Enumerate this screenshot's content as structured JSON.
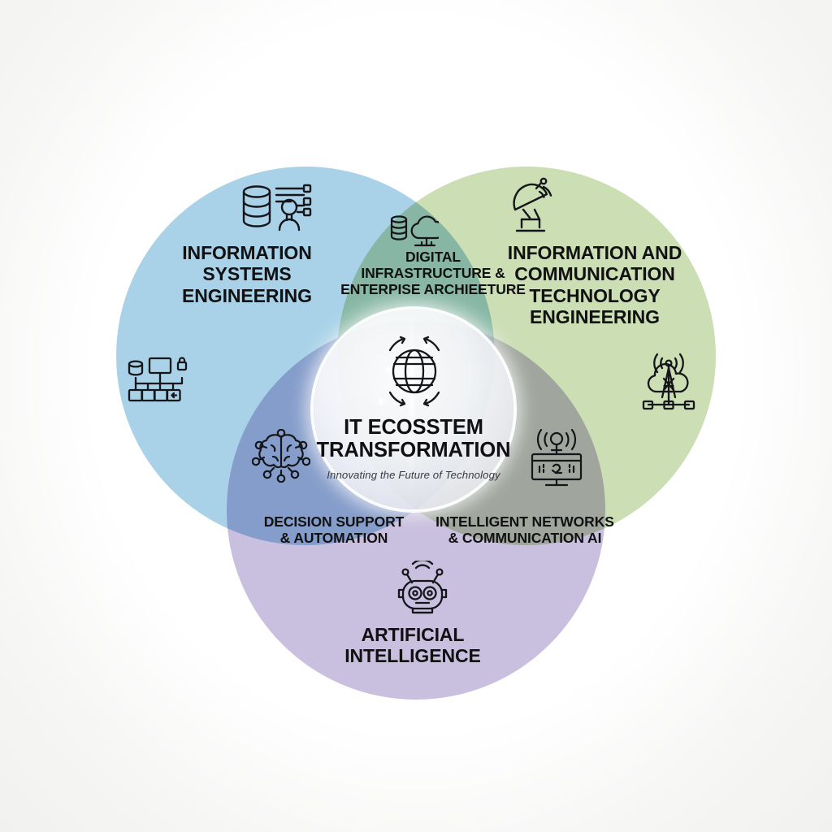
{
  "diagram": {
    "title": "IT Ecosystem Transformation Venn Diagram",
    "type": "venn-3-set"
  },
  "sets": {
    "information_systems": {
      "label_lines": [
        "INFORMATION",
        "SYSTEMS",
        "ENGINEERING"
      ],
      "color": "#a9d2e8",
      "icon": "database-user-icon",
      "secondary_icon": "network-topology-icon"
    },
    "ict": {
      "label_lines": [
        "INFORMATION AND",
        "COMMUNICATION",
        "TECHNOLOGY",
        "ENGINEERING"
      ],
      "color": "#cbdeb4",
      "icon": "satellite-dish-icon",
      "secondary_icon": "cell-tower-cloud-icon"
    },
    "artificial_intelligence": {
      "label_lines": [
        "ARTIFICIAL",
        "INTELLIGENCE"
      ],
      "color": "#c9bfdf",
      "icon": "robot-head-icon"
    }
  },
  "overlaps": {
    "top": {
      "label_lines": [
        "DIGITAL",
        "INFRASTRUCTURE &",
        "ENTERPISE ARCHIEETURE"
      ],
      "icon": "cloud-database-icon"
    },
    "left": {
      "label_lines": [
        "DECISION SUPPORT",
        "& AUTOMATION"
      ],
      "icon": "brain-network-icon"
    },
    "right": {
      "label_lines": [
        "INTELLIGENT NETWORKS",
        "& COMMUNICATION AI"
      ],
      "icon": "monitor-antenna-icon"
    }
  },
  "center": {
    "title_lines": [
      "IT ECOSSTEM",
      "TRANSFORMATION"
    ],
    "subtitle": "Innovating the Future of Technology",
    "icon": "globe-arrows-icon",
    "background": "#f4f4f8"
  },
  "chart_data": {
    "type": "venn",
    "title": "IT ECOSSTEM TRANSFORMATION",
    "subtitle": "Innovating the Future of Technology",
    "sets": [
      {
        "name": "INFORMATION SYSTEMS ENGINEERING",
        "color": "#a9d2e8",
        "position": "left"
      },
      {
        "name": "INFORMATION AND COMMUNICATION TECHNOLOGY ENGINEERING",
        "color": "#cbdeb4",
        "position": "right"
      },
      {
        "name": "ARTIFICIAL INTELLIGENCE",
        "color": "#c9bfdf",
        "position": "bottom"
      }
    ],
    "intersections": [
      {
        "sets": [
          "INFORMATION SYSTEMS ENGINEERING",
          "INFORMATION AND COMMUNICATION TECHNOLOGY ENGINEERING"
        ],
        "label": "DIGITAL INFRASTRUCTURE & ENTERPISE ARCHIEETURE"
      },
      {
        "sets": [
          "INFORMATION SYSTEMS ENGINEERING",
          "ARTIFICIAL INTELLIGENCE"
        ],
        "label": "DECISION SUPPORT & AUTOMATION"
      },
      {
        "sets": [
          "INFORMATION AND COMMUNICATION TECHNOLOGY ENGINEERING",
          "ARTIFICIAL INTELLIGENCE"
        ],
        "label": "INTELLIGENT NETWORKS & COMMUNICATION AI"
      },
      {
        "sets": [
          "INFORMATION SYSTEMS ENGINEERING",
          "INFORMATION AND COMMUNICATION TECHNOLOGY ENGINEERING",
          "ARTIFICIAL INTELLIGENCE"
        ],
        "label": "IT ECOSSTEM TRANSFORMATION"
      }
    ],
    "legend": "none",
    "grid": false
  }
}
